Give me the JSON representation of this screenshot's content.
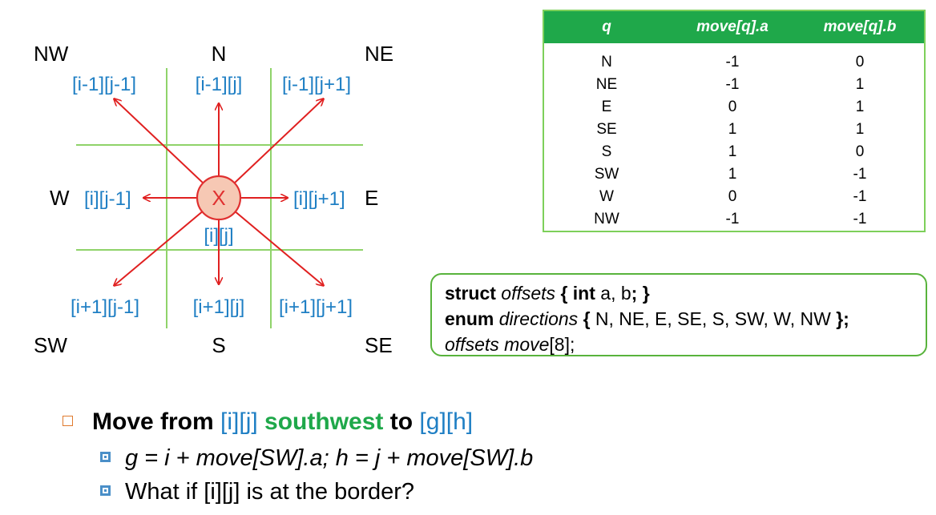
{
  "compass": {
    "nw": "NW",
    "n": "N",
    "ne": "NE",
    "w": "W",
    "e": "E",
    "sw": "SW",
    "s": "S",
    "se": "SE"
  },
  "cells": {
    "nw": "[i-1][j-1]",
    "n": "[i-1][j]",
    "ne": "[i-1][j+1]",
    "w": "[i][j-1]",
    "e": "[i][j+1]",
    "center": "[i][j]",
    "sw": "[i+1][j-1]",
    "s": "[i+1][j]",
    "se": "[i+1][j+1]"
  },
  "center_mark": "X",
  "table": {
    "headers": [
      "q",
      "move[q].a",
      "move[q].b"
    ],
    "rows": [
      [
        "N",
        "-1",
        "0"
      ],
      [
        "NE",
        "-1",
        "1"
      ],
      [
        "E",
        "0",
        "1"
      ],
      [
        "SE",
        "1",
        "1"
      ],
      [
        "S",
        "1",
        "0"
      ],
      [
        "SW",
        "1",
        "-1"
      ],
      [
        "W",
        "0",
        "-1"
      ],
      [
        "NW",
        "-1",
        "-1"
      ]
    ]
  },
  "code": {
    "line1": {
      "kw": "struct",
      "name": "offsets",
      "brace_open": "{",
      "type": "int",
      "members": "a, b",
      "close": "; }"
    },
    "line2": {
      "kw": "enum",
      "name": "directions",
      "brace_open": "{",
      "values": "N, NE, E, SE, S, SW, W, NW",
      "close": "};"
    },
    "line3": {
      "type": "offsets",
      "var": "move",
      "size": "[8];"
    }
  },
  "bullets": {
    "main": {
      "p1": "Move from",
      "cell": "[i][j]",
      "dir": "southwest",
      "p2": "to",
      "target": "[g][h]"
    },
    "sub1": "g = i + move[SW].a; h = j + move[SW].b",
    "sub2": "What if [i][j] is at the border?"
  },
  "colors": {
    "arrow": "#e02020",
    "grid": "#8fd36a",
    "accent_green": "#1fa84a",
    "cell_blue": "#1f7fc4",
    "center_fill": "#f6c8b4"
  }
}
